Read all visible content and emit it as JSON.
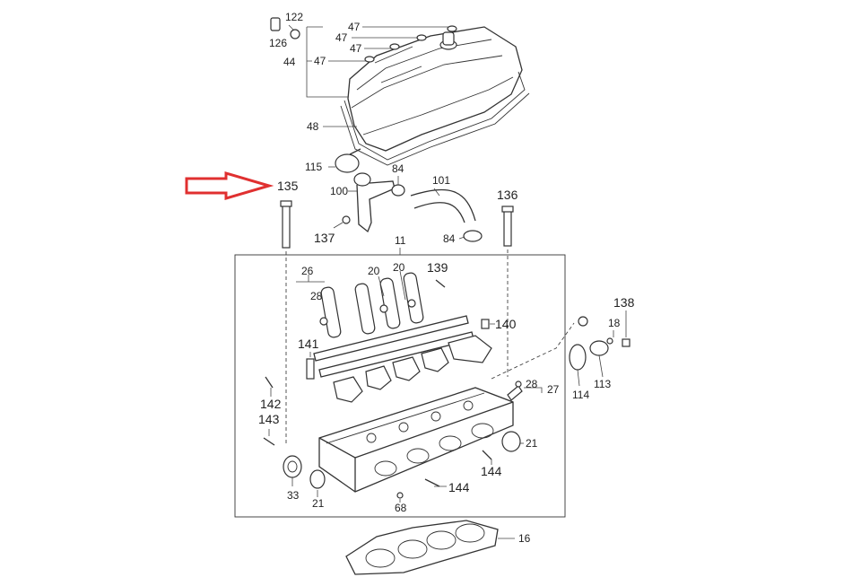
{
  "callouts": {
    "c122": "122",
    "c126": "126",
    "c44": "44",
    "c47a": "47",
    "c47b": "47",
    "c47c": "47",
    "c47d": "47",
    "c48": "48",
    "c115": "115",
    "c84a": "84",
    "c101": "101",
    "c100": "100",
    "c135": "135",
    "c137": "137",
    "c84b": "84",
    "c136": "136",
    "c11": "11",
    "c26": "26",
    "c28a": "28",
    "c20a": "20",
    "c20b": "20",
    "c139": "139",
    "c140": "140",
    "c141": "141",
    "c138": "138",
    "c18": "18",
    "c114": "114",
    "c113": "113",
    "c28b": "28",
    "c27": "27",
    "c142": "142",
    "c143": "143",
    "c21a": "21",
    "c144a": "144",
    "c144b": "144",
    "c33": "33",
    "c21b": "21",
    "c68": "68",
    "c16": "16"
  },
  "colors": {
    "highlight_arrow": "#e03030",
    "line": "#333333"
  }
}
